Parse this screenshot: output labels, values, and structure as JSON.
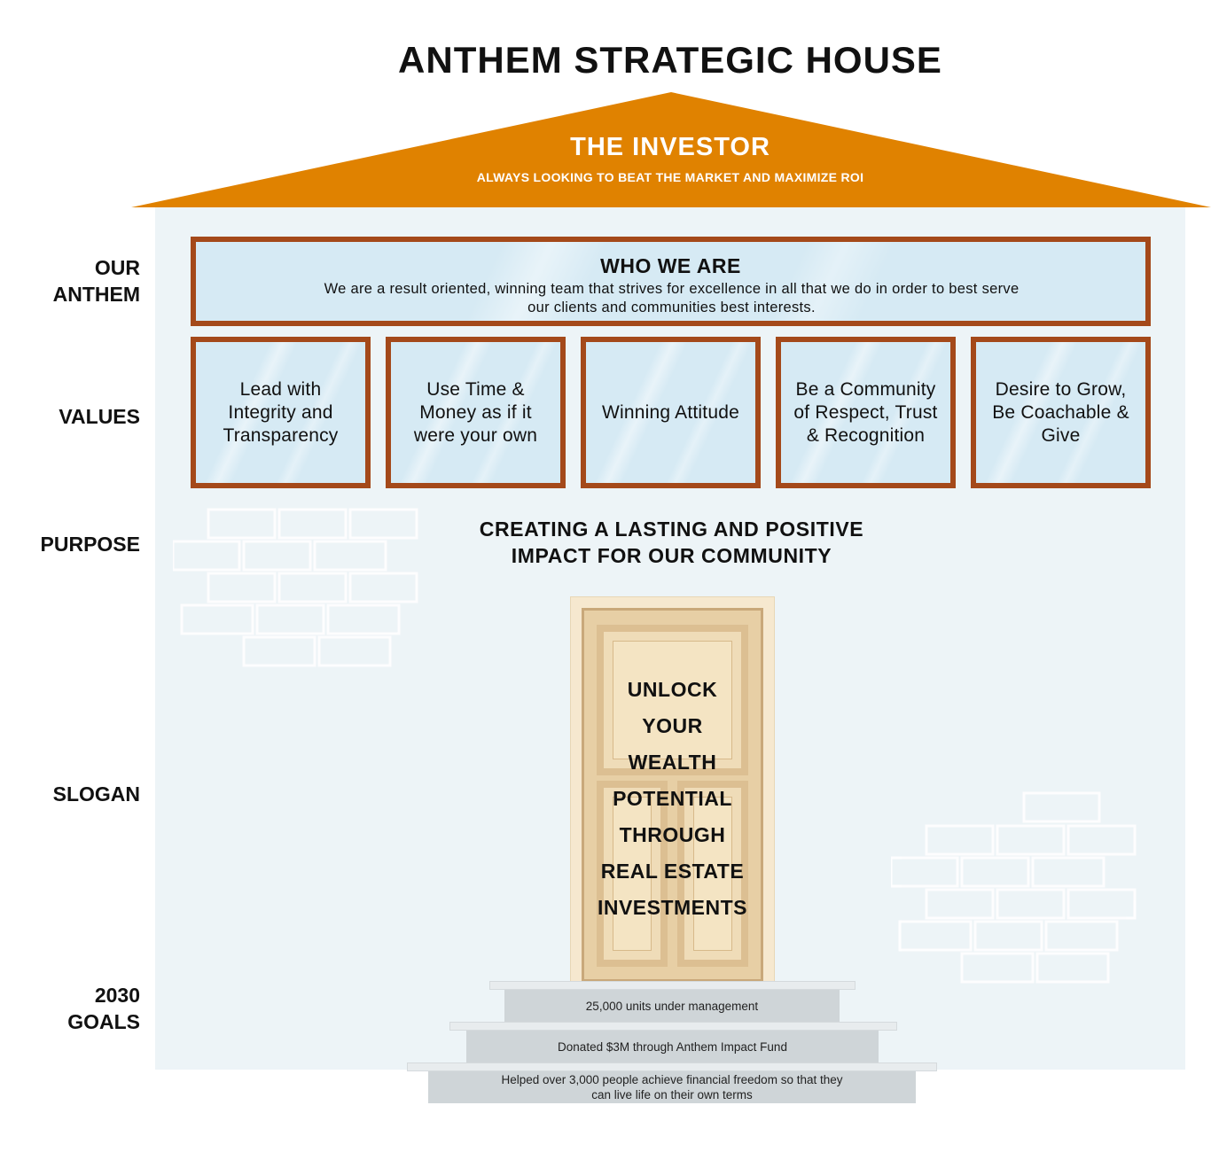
{
  "header": {
    "title": "ANTHEM STRATEGIC HOUSE"
  },
  "roof": {
    "title": "THE INVESTOR",
    "subtitle": "ALWAYS LOOKING TO BEAT THE MARKET AND MAXIMIZE ROI",
    "color": "#e08200"
  },
  "labels": {
    "our_anthem_line1": "OUR",
    "our_anthem_line2": "ANTHEM",
    "values": "VALUES",
    "purpose": "PURPOSE",
    "slogan": "SLOGAN",
    "goals_line1": "2030",
    "goals_line2": "GOALS"
  },
  "who_we_are": {
    "title": "WHO WE ARE",
    "text_line1": "We are a result oriented, winning team that strives for excellence in all that we do in order to best serve",
    "text_line2": "our clients and communities best interests."
  },
  "values": [
    "Lead with Integrity and Transparency",
    "Use Time & Money as if it were your own",
    "Winning Attitude",
    "Be a Community of Respect, Trust & Recognition",
    "Desire to Grow, Be Coachable & Give"
  ],
  "purpose": {
    "line1": "CREATING A LASTING AND POSITIVE",
    "line2": "IMPACT FOR OUR COMMUNITY"
  },
  "slogan": [
    "UNLOCK",
    "YOUR",
    "WEALTH",
    "POTENTIAL",
    "THROUGH",
    "REAL ESTATE",
    "INVESTMENTS"
  ],
  "goals": {
    "step1": "25,000 units under management",
    "step2": "Donated $3M through Anthem Impact Fund",
    "step3_line1": "Helped over 3,000 people achieve financial freedom so that they",
    "step3_line2": "can live life on their own terms"
  },
  "colors": {
    "frame": "#a4491a",
    "glass": "#d6eaf4",
    "wall": "#edf4f7",
    "door": "#e7cfa5",
    "steps": "#cfd5d8"
  }
}
